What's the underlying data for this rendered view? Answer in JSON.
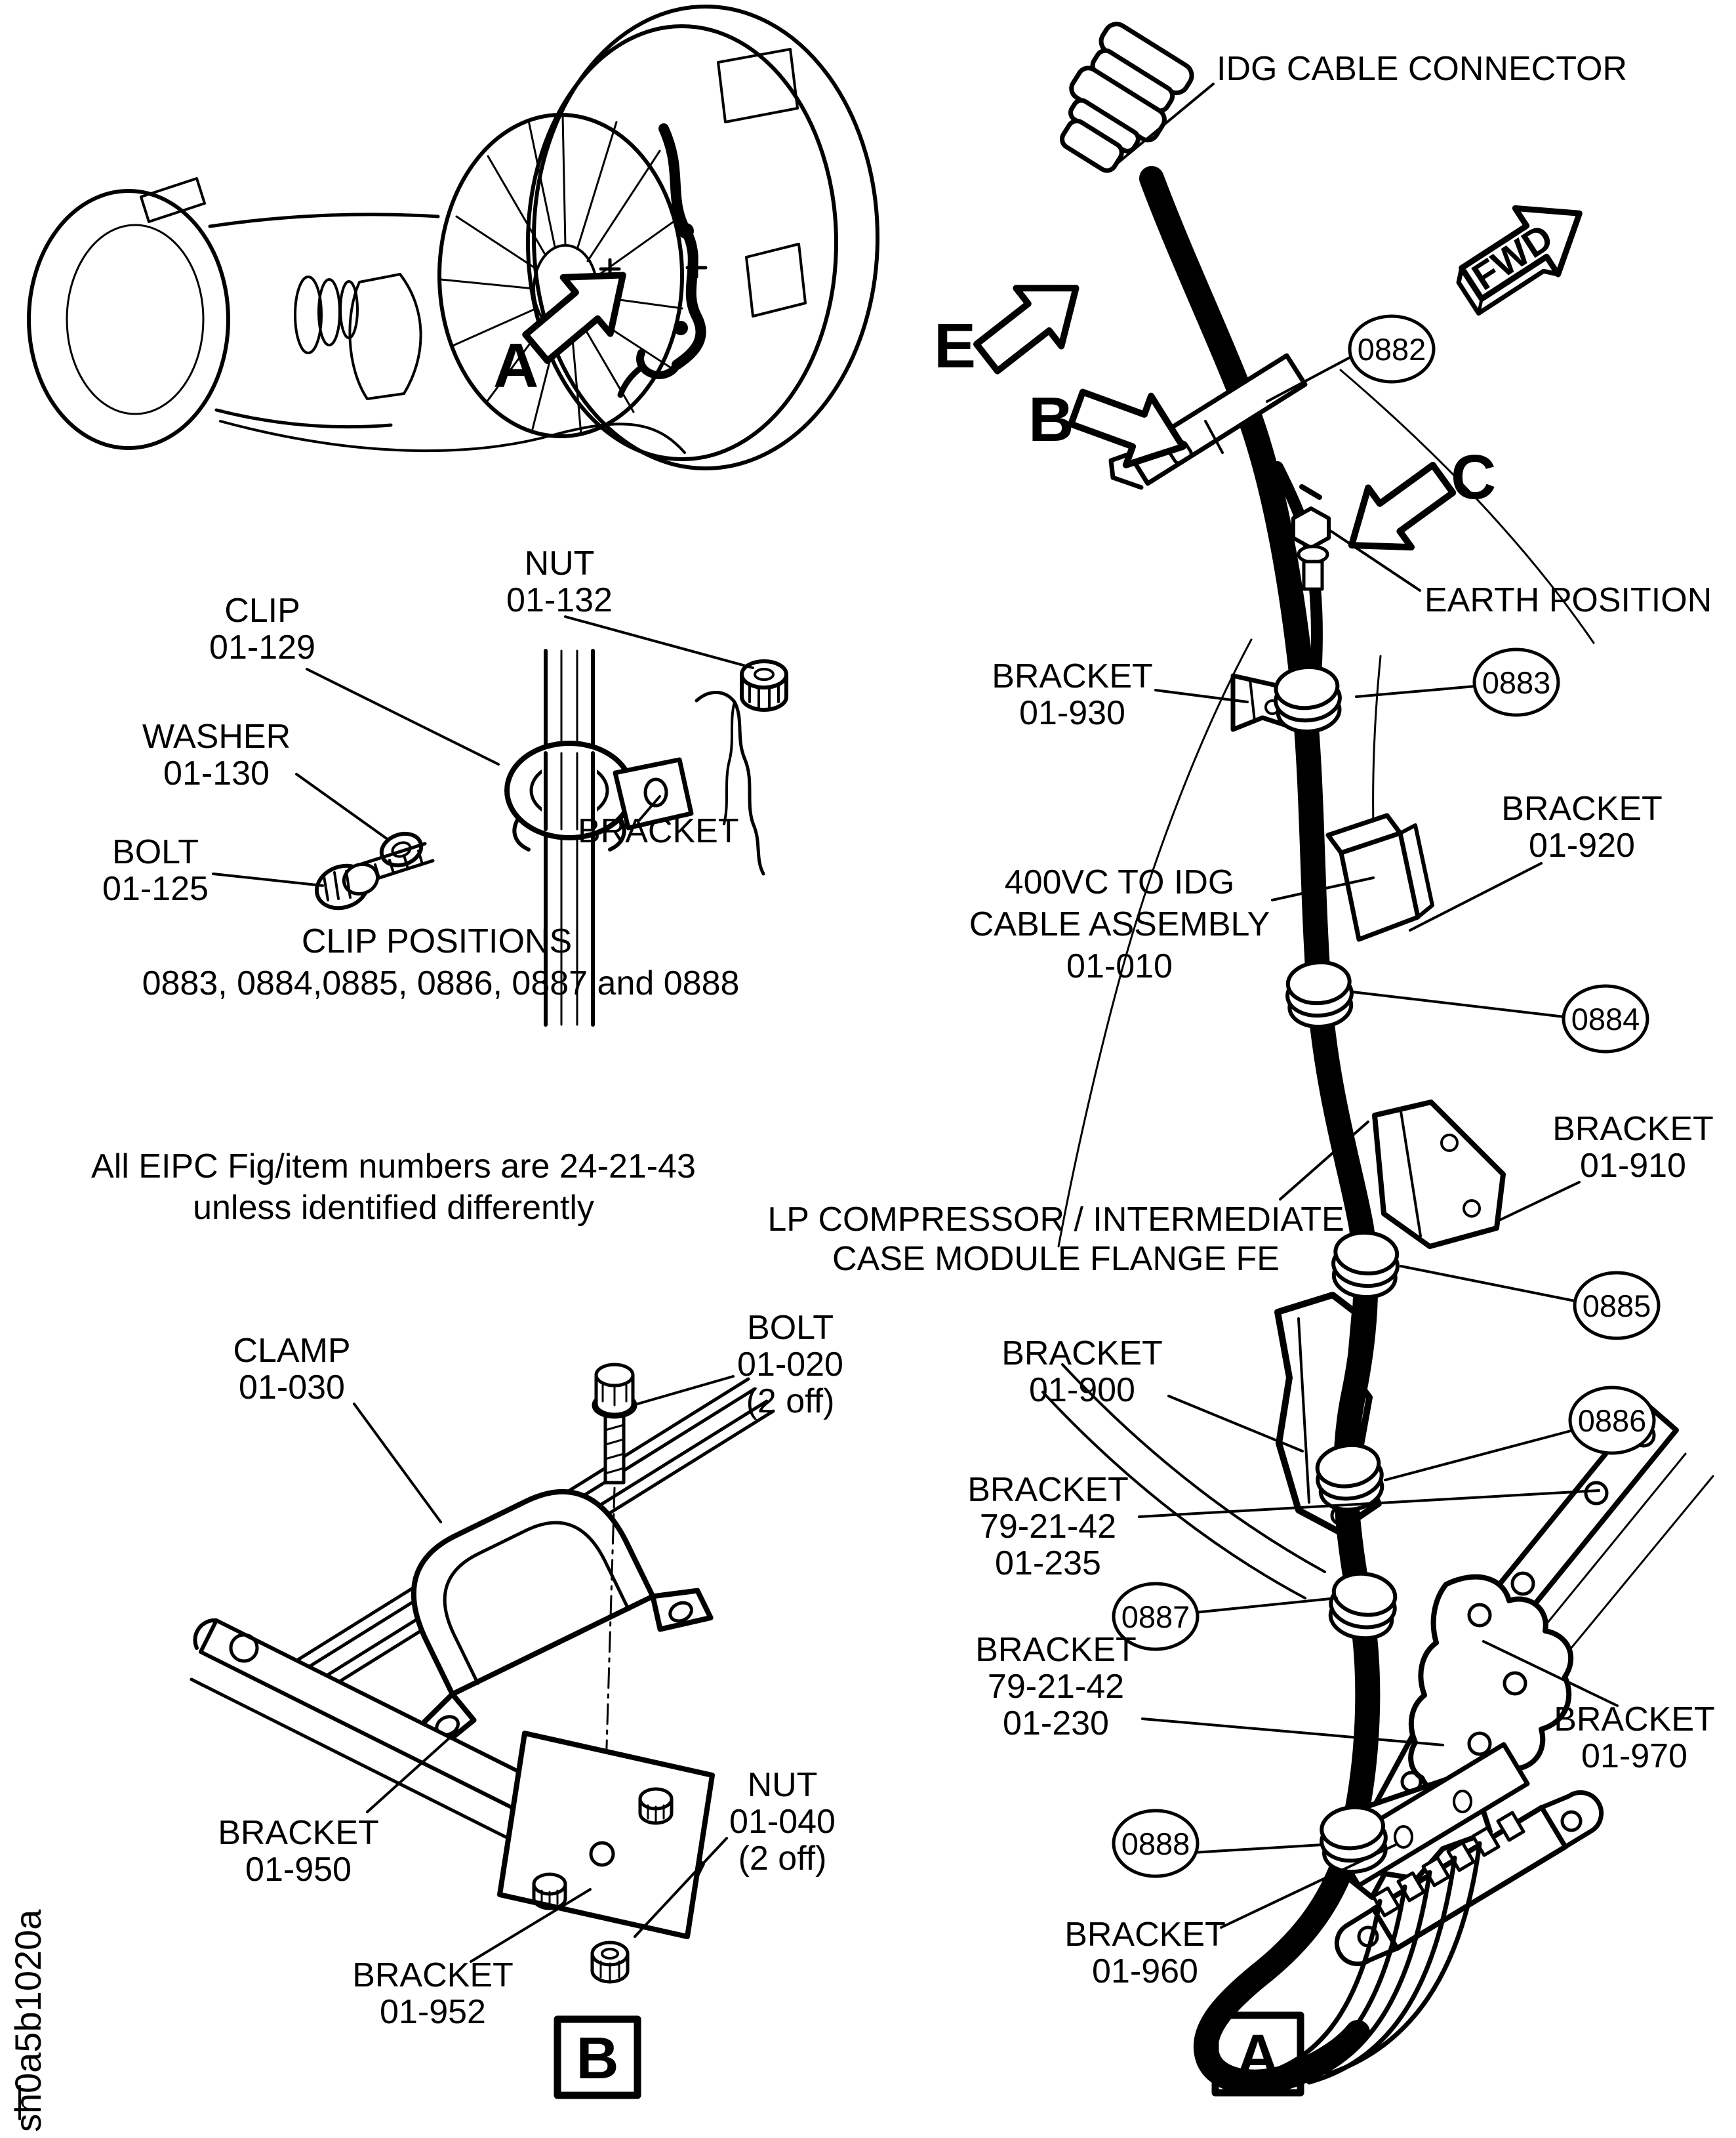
{
  "colors": {
    "ink": "#000000",
    "paper": "#ffffff"
  },
  "figure": {
    "doc_id": "sh0a5b1020a",
    "fwd_flag": "FWD",
    "view_letters": {
      "a": "A",
      "b": "B",
      "c": "C",
      "e": "E"
    },
    "view_boxes": {
      "a": "A",
      "b": "B"
    },
    "callouts": {
      "c0882": "0882",
      "c0883": "0883",
      "c0884": "0884",
      "c0885": "0885",
      "c0886": "0886",
      "c0887": "0887",
      "c0888": "0888"
    },
    "labels": {
      "idg_cable_connector": "IDG CABLE CONNECTOR",
      "earth_position": "EARTH POSITION",
      "bracket_930": [
        "BRACKET",
        "01-930"
      ],
      "bracket_920": [
        "BRACKET",
        "01-920"
      ],
      "cable_assembly": [
        "400VC TO IDG",
        "CABLE ASSEMBLY",
        "01-010"
      ],
      "bracket_910": [
        "BRACKET",
        "01-910"
      ],
      "lp_flange": [
        "LP COMPRESSOR / INTERMEDIATE",
        "CASE MODULE FLANGE FE"
      ],
      "bracket_900": [
        "BRACKET",
        "01-900"
      ],
      "bracket_235": [
        "BRACKET",
        "79-21-42",
        "01-235"
      ],
      "bracket_230": [
        "BRACKET",
        "79-21-42",
        "01-230"
      ],
      "bracket_970": [
        "BRACKET",
        "01-970"
      ],
      "bracket_960": [
        "BRACKET",
        "01-960"
      ],
      "clip_129": [
        "CLIP",
        "01-129"
      ],
      "nut_132": [
        "NUT",
        "01-132"
      ],
      "washer_130": [
        "WASHER",
        "01-130"
      ],
      "bolt_125": [
        "BOLT",
        "01-125"
      ],
      "bracket_plain": "BRACKET",
      "clamp_030": [
        "CLAMP",
        "01-030"
      ],
      "bolt_020": [
        "BOLT",
        "01-020",
        "(2 off)"
      ],
      "bracket_950": [
        "BRACKET",
        "01-950"
      ],
      "nut_040": [
        "NUT",
        "01-040",
        "(2 off)"
      ],
      "bracket_952": [
        "BRACKET",
        "01-952"
      ]
    },
    "clip_positions": {
      "title": "CLIP POSITIONS",
      "list": "0883, 0884,0885, 0886, 0887 and 0888"
    },
    "note": [
      "All EIPC Fig/item numbers are 24-21-43",
      "unless identified differently"
    ]
  }
}
